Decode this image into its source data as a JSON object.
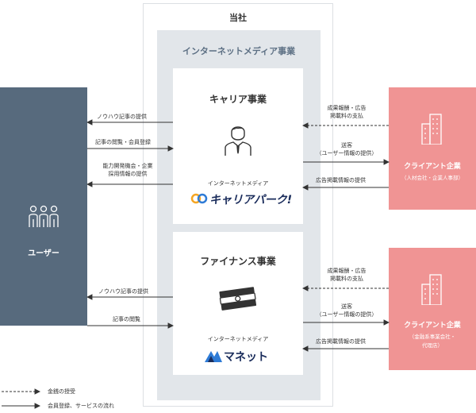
{
  "company": {
    "title": "当社"
  },
  "media_business": {
    "title": "インターネットメディア事業"
  },
  "career": {
    "title": "キャリア事業",
    "media_label": "インターネットメディア",
    "brand": "キャリアパーク!",
    "brand_color": "#1a2c5b",
    "accent_color": "#f5a623"
  },
  "finance": {
    "title": "ファイナンス事業",
    "media_label": "インターネットメディア",
    "brand": "マネット",
    "brand_color": "#1a2c5b"
  },
  "user": {
    "label": "ユーザー"
  },
  "clients": [
    {
      "title": "クライアント企業",
      "sub": [
        "（人材会社・企業人事部）"
      ]
    },
    {
      "title": "クライアント企業",
      "sub": [
        "（金融系事業会社・",
        "代理店）"
      ]
    }
  ],
  "left_arrows_career": [
    {
      "label": [
        "ノウハウ記事の提供"
      ]
    },
    {
      "label": [
        "記事の閲覧・会員登録"
      ]
    },
    {
      "label": [
        "能力開発機会・企業",
        "採用情報の提供"
      ]
    }
  ],
  "left_arrows_finance": [
    {
      "label": [
        "ノウハウ記事の提供"
      ]
    },
    {
      "label": [
        "記事の閲覧"
      ]
    }
  ],
  "right_arrows_career": [
    {
      "label": [
        "成果報酬・広告",
        "掲載料の支払"
      ]
    },
    {
      "label": [
        "送客",
        "（ユーザー情報の提供）"
      ]
    },
    {
      "label": [
        "広告掲載情報の提供"
      ]
    }
  ],
  "right_arrows_finance": [
    {
      "label": [
        "成果報酬・広告",
        "掲載料の支払"
      ]
    },
    {
      "label": [
        "送客",
        "（ユーザー情報の提供）"
      ]
    },
    {
      "label": [
        "広告掲載情報の提供"
      ]
    }
  ],
  "legend": [
    {
      "style": "dashed",
      "label": "金銭の授受"
    },
    {
      "style": "solid",
      "label": "会員登録、サービスの流れ"
    }
  ],
  "colors": {
    "user_box": "#576a7d",
    "client_box": "#f09494",
    "media_box": "#e2e6ea",
    "media_title": "#5d7084"
  }
}
